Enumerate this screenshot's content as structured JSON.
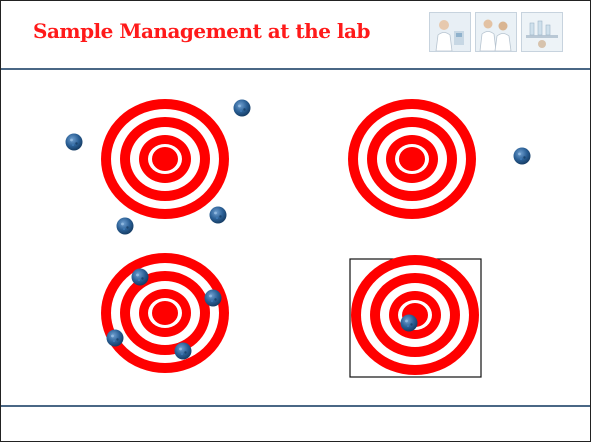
{
  "slide": {
    "title": "Sample Management at the lab"
  },
  "thumbnails": [
    {
      "icon": "lab-scientist-photo"
    },
    {
      "icon": "lab-scientists-photo"
    },
    {
      "icon": "lab-equipment-photo"
    }
  ],
  "colors": {
    "title": "#ff1a1a",
    "target_red": "#ff0000",
    "target_white": "#ffffff",
    "shot": "#2a5f95",
    "rule": "#4a6785"
  }
}
